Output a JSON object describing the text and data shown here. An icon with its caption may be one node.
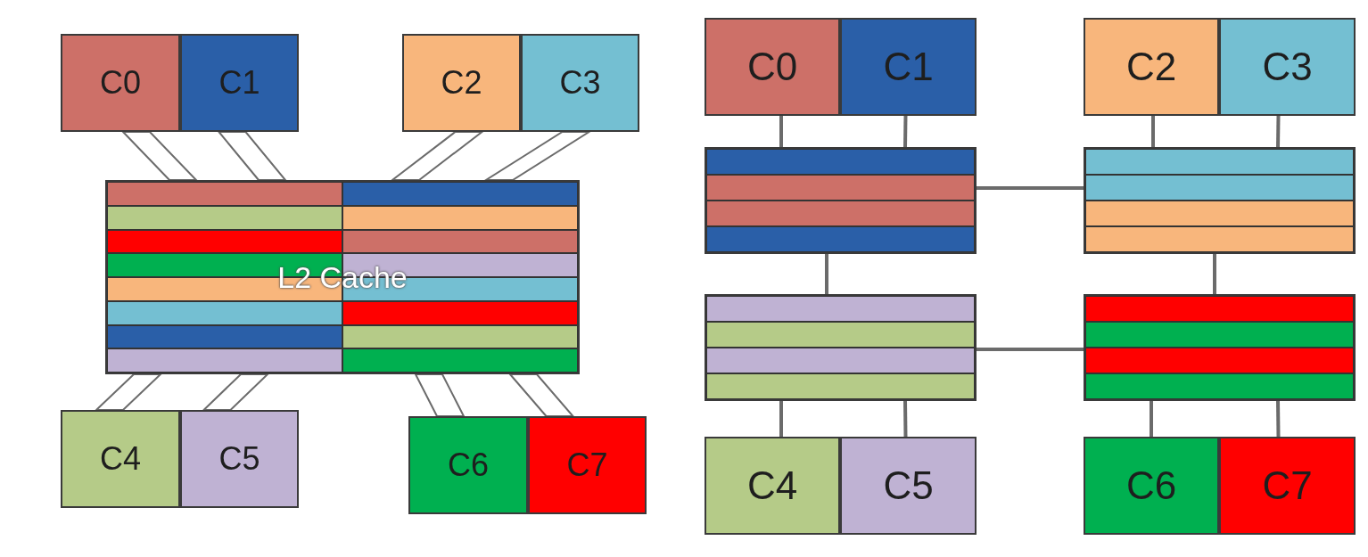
{
  "diagram": {
    "nodes": [
      {
        "text": [
          "C0"
        ]
      },
      {
        "text": [
          "C1"
        ]
      },
      {
        "text": [
          "C2"
        ]
      },
      {
        "text": [
          "C3"
        ]
      },
      {
        "text": [
          "L2 Cache"
        ]
      },
      {
        "text": [
          "C4"
        ]
      },
      {
        "text": [
          "C5"
        ]
      },
      {
        "text": [
          "C6"
        ]
      },
      {
        "text": [
          "C7"
        ]
      },
      {
        "text": [
          "C0"
        ]
      },
      {
        "text": [
          "C1"
        ]
      },
      {
        "text": [
          "C2"
        ]
      },
      {
        "text": [
          "C3"
        ]
      },
      {
        "text": [],
        "shape": "box"
      },
      {
        "text": [],
        "shape": "box"
      },
      {
        "text": [],
        "shape": "box"
      },
      {
        "text": [],
        "shape": "box"
      },
      {
        "text": [
          "C4"
        ]
      },
      {
        "text": [
          "C5"
        ]
      },
      {
        "text": [
          "C6"
        ]
      },
      {
        "text": [
          "C7"
        ]
      }
    ],
    "edges": [
      {
        "from": 0,
        "to": 4,
        "arrow": "none"
      },
      {
        "from": 1,
        "to": 4,
        "arrow": "none"
      },
      {
        "from": 2,
        "to": 4,
        "arrow": "none"
      },
      {
        "from": 3,
        "to": 4,
        "arrow": "none"
      },
      {
        "from": 5,
        "to": 4,
        "arrow": "none"
      },
      {
        "from": 6,
        "to": 4,
        "arrow": "none"
      },
      {
        "from": 7,
        "to": 4,
        "arrow": "none"
      },
      {
        "from": 8,
        "to": 4,
        "arrow": "none"
      },
      {
        "from": 9,
        "to": 13,
        "arrow": "none"
      },
      {
        "from": 10,
        "to": 13,
        "arrow": "none"
      },
      {
        "from": 11,
        "to": 14,
        "arrow": "none"
      },
      {
        "from": 12,
        "to": 14,
        "arrow": "none"
      },
      {
        "from": 13,
        "to": 14,
        "arrow": "none"
      },
      {
        "from": 13,
        "to": 15,
        "arrow": "none"
      },
      {
        "from": 14,
        "to": 16,
        "arrow": "none"
      },
      {
        "from": 15,
        "to": 16,
        "arrow": "none"
      },
      {
        "from": 15,
        "to": 17,
        "arrow": "none"
      },
      {
        "from": 15,
        "to": 18,
        "arrow": "none"
      },
      {
        "from": 16,
        "to": 19,
        "arrow": "none"
      },
      {
        "from": 16,
        "to": 20,
        "arrow": "none"
      }
    ]
  }
}
